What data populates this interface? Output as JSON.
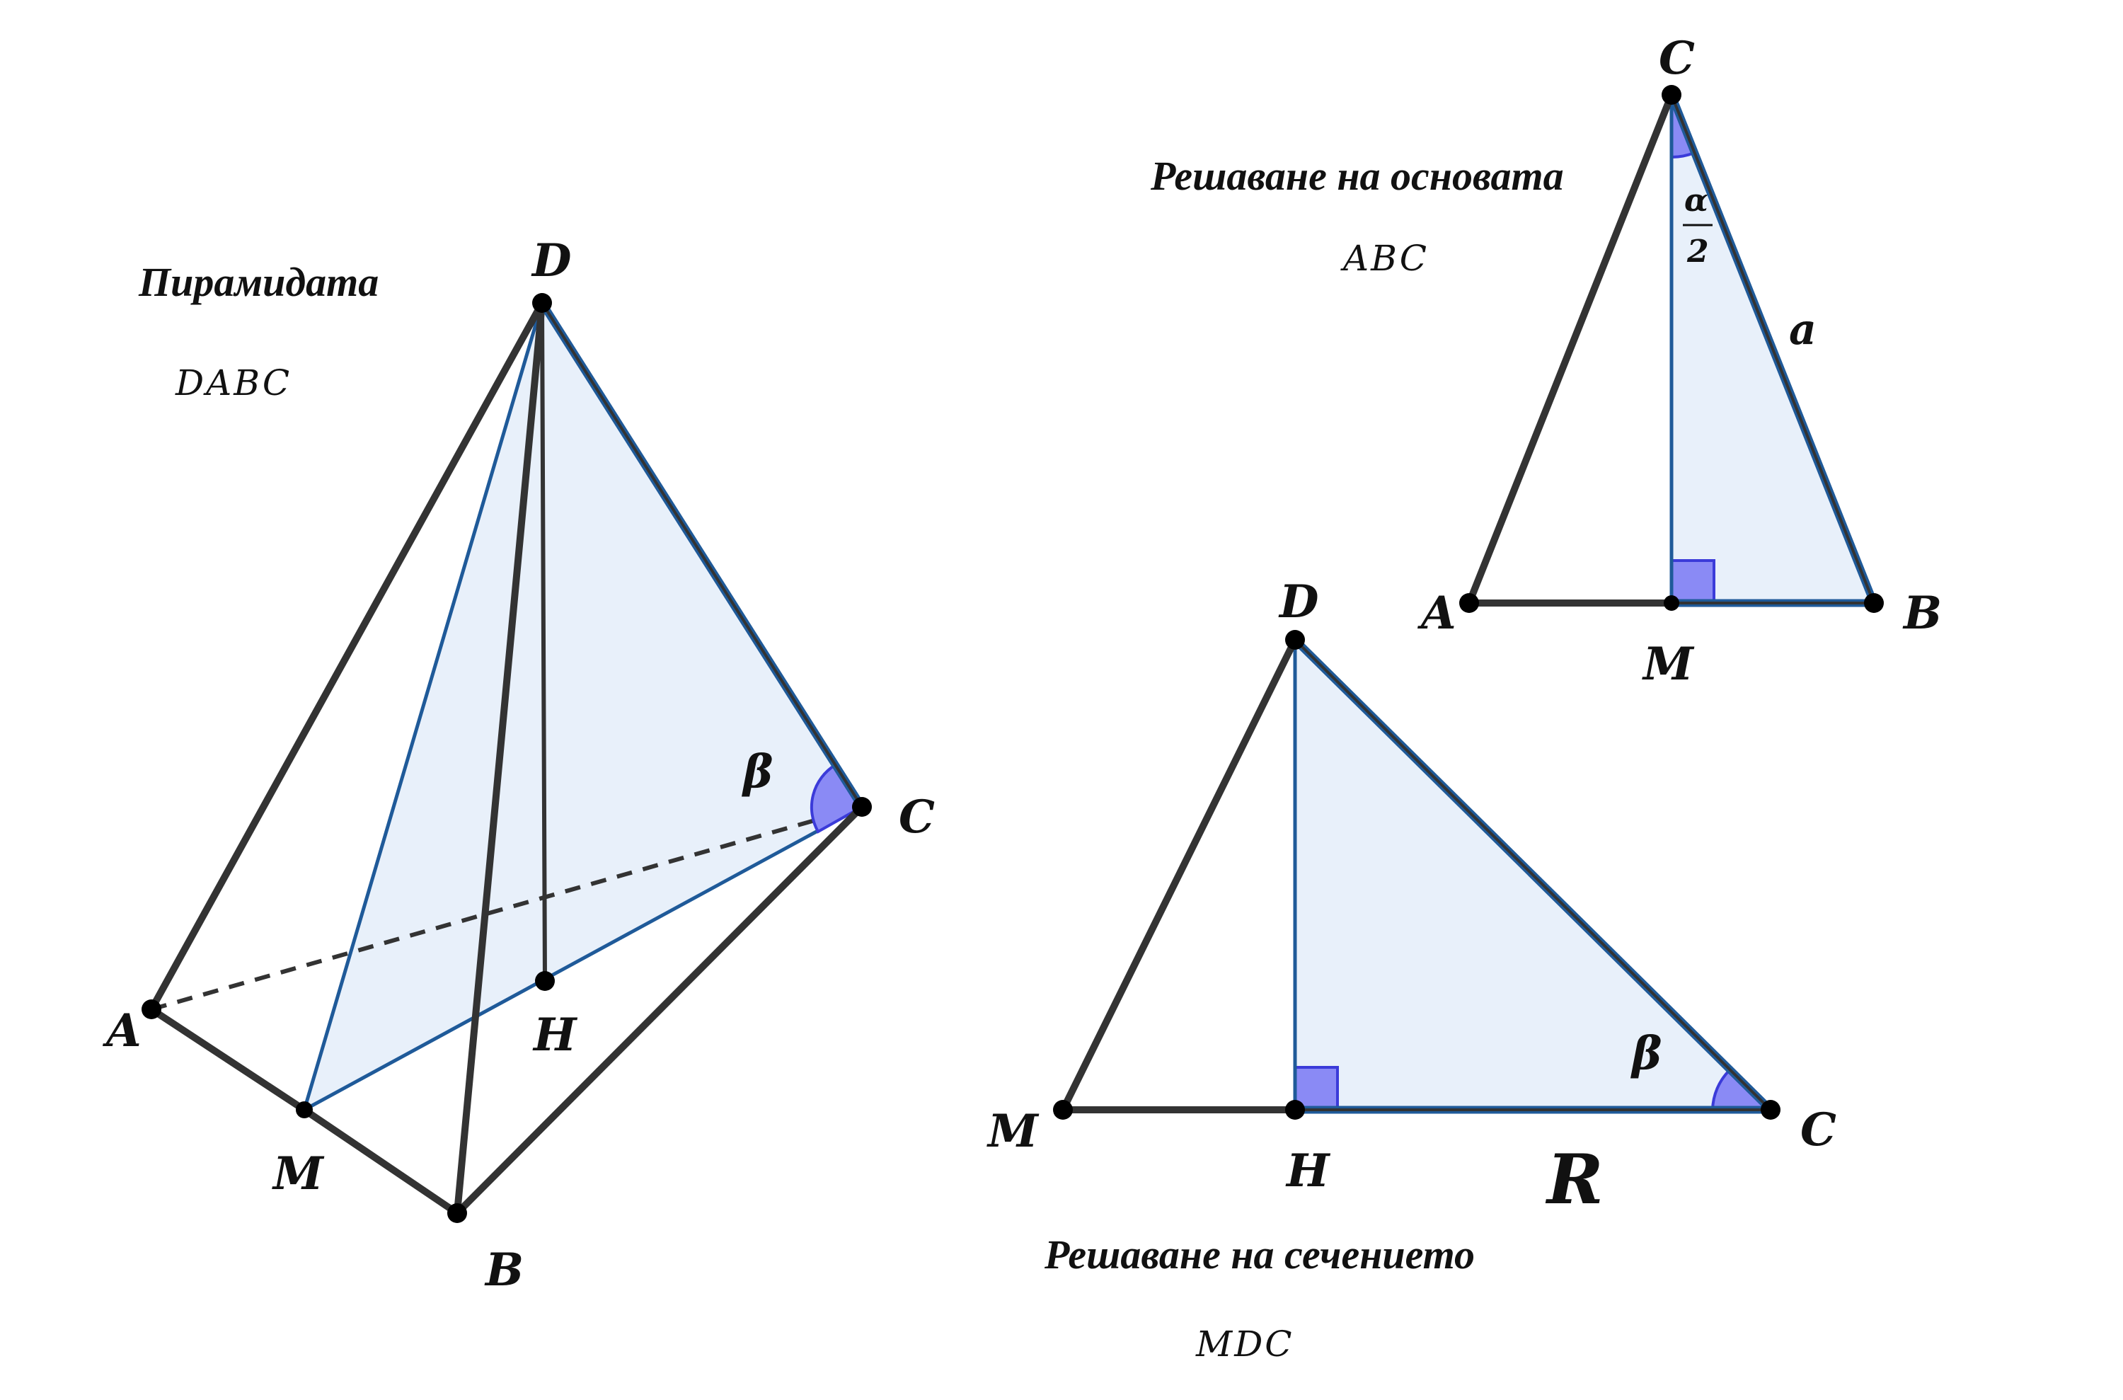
{
  "pyramid": {
    "title": "Пирамидата",
    "name": "DABC",
    "vertices": {
      "D": "D",
      "A": "A",
      "B": "B",
      "C": "C",
      "M": "M",
      "H": "H"
    },
    "angle": "β"
  },
  "base": {
    "title": "Решаване на основата",
    "name": "ABC",
    "vertices": {
      "C": "C",
      "A": "A",
      "B": "B",
      "M": "M"
    },
    "angle_num": "α",
    "angle_den": "2",
    "side": "a"
  },
  "section": {
    "title": "Решаване на сечението",
    "name": "MDC",
    "vertices": {
      "D": "D",
      "M": "M",
      "H": "H",
      "C": "C"
    },
    "angle": "β",
    "segment": "R"
  }
}
